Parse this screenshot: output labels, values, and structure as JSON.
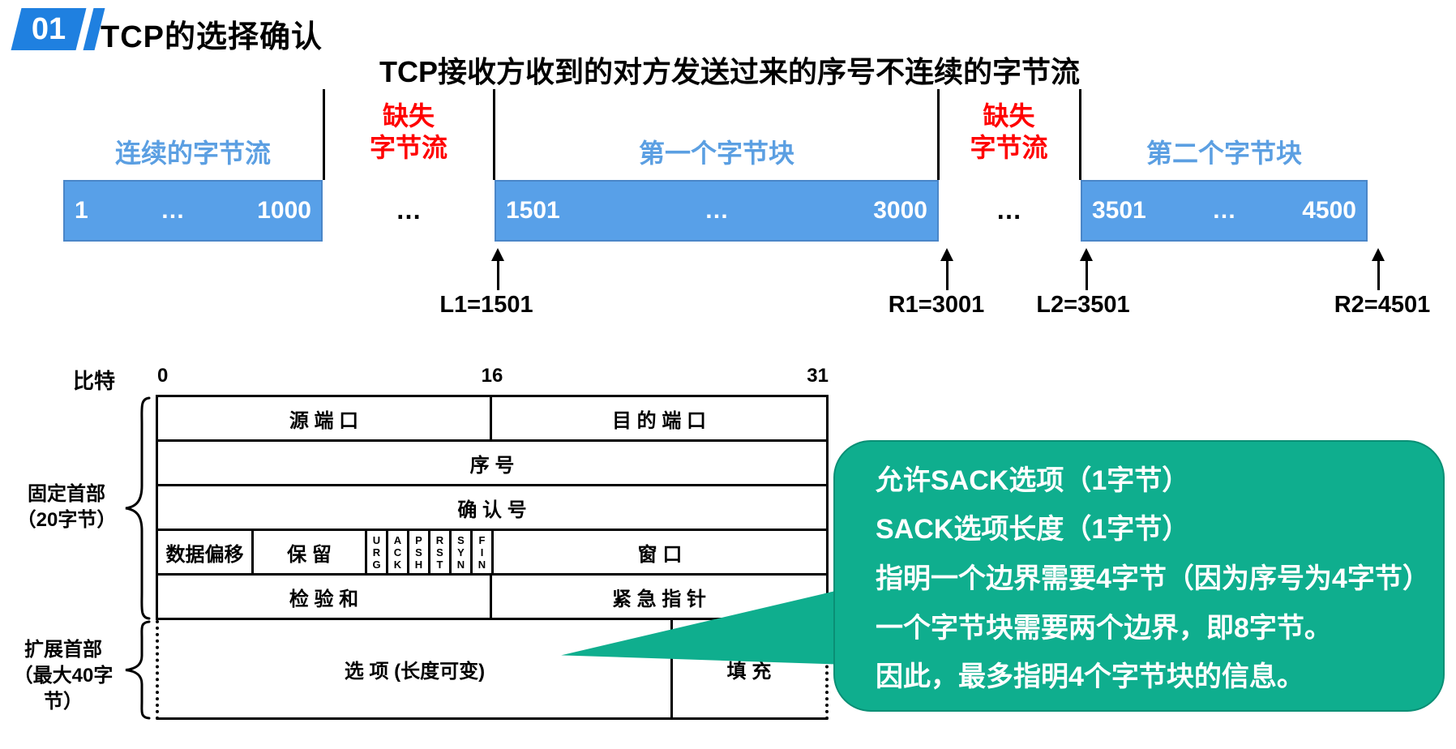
{
  "slide": {
    "badge": "01",
    "title": "TCP的选择确认",
    "subtitle": "TCP接收方收到的对方发送过来的序号不连续的字节流"
  },
  "colors": {
    "blue_fill": "#58A0E8",
    "blue_border": "#4A86C8",
    "blue_text": "#5B9FE2",
    "badge_blue": "#1F80E0",
    "red_text": "#FF0000",
    "green_fill": "#0FAE8E",
    "green_border": "#0A8F75"
  },
  "stream": {
    "blocks": [
      {
        "label": "连续的字节流",
        "start": "1",
        "dots": "…",
        "end": "1000"
      },
      {
        "label": "第一个字节块",
        "start": "1501",
        "dots": "…",
        "end": "3000"
      },
      {
        "label": "第二个字节块",
        "start": "3501",
        "dots": "…",
        "end": "4500"
      }
    ],
    "gaps": [
      {
        "line1": "缺失",
        "line2": "字节流",
        "dots": "…"
      },
      {
        "line1": "缺失",
        "line2": "字节流",
        "dots": "…"
      }
    ],
    "pointers": [
      {
        "label": "L1=1501"
      },
      {
        "label": "R1=3001"
      },
      {
        "label": "L2=3501"
      },
      {
        "label": "R2=4501"
      }
    ]
  },
  "tcp_header": {
    "bit_label": "比特",
    "ticks": [
      "0",
      "16",
      "31"
    ],
    "row1": {
      "left": "源 端 口",
      "right": "目 的 端 口"
    },
    "row2": "序 号",
    "row3": "确 认 号",
    "row4": {
      "data_offset": "数据偏移",
      "reserved": "保 留",
      "window": "窗 口"
    },
    "flags": [
      "URG",
      "ACK",
      "PSH",
      "RST",
      "SYN",
      "FIN"
    ],
    "row5": {
      "left": "检 验 和",
      "right": "紧 急 指 针"
    },
    "row6": {
      "options": "选 项 (长度可变)",
      "padding": "填 充"
    },
    "braces": [
      {
        "line1": "固定首部",
        "line2": "（20字节）"
      },
      {
        "line1": "扩展首部",
        "line2": "（最大40字节）"
      }
    ]
  },
  "callout": {
    "lines": [
      "允许SACK选项（1字节）",
      "SACK选项长度（1字节）",
      "指明一个边界需要4字节（因为序号为4字节）",
      "一个字节块需要两个边界，即8字节。",
      "因此，最多指明4个字节块的信息。"
    ]
  }
}
